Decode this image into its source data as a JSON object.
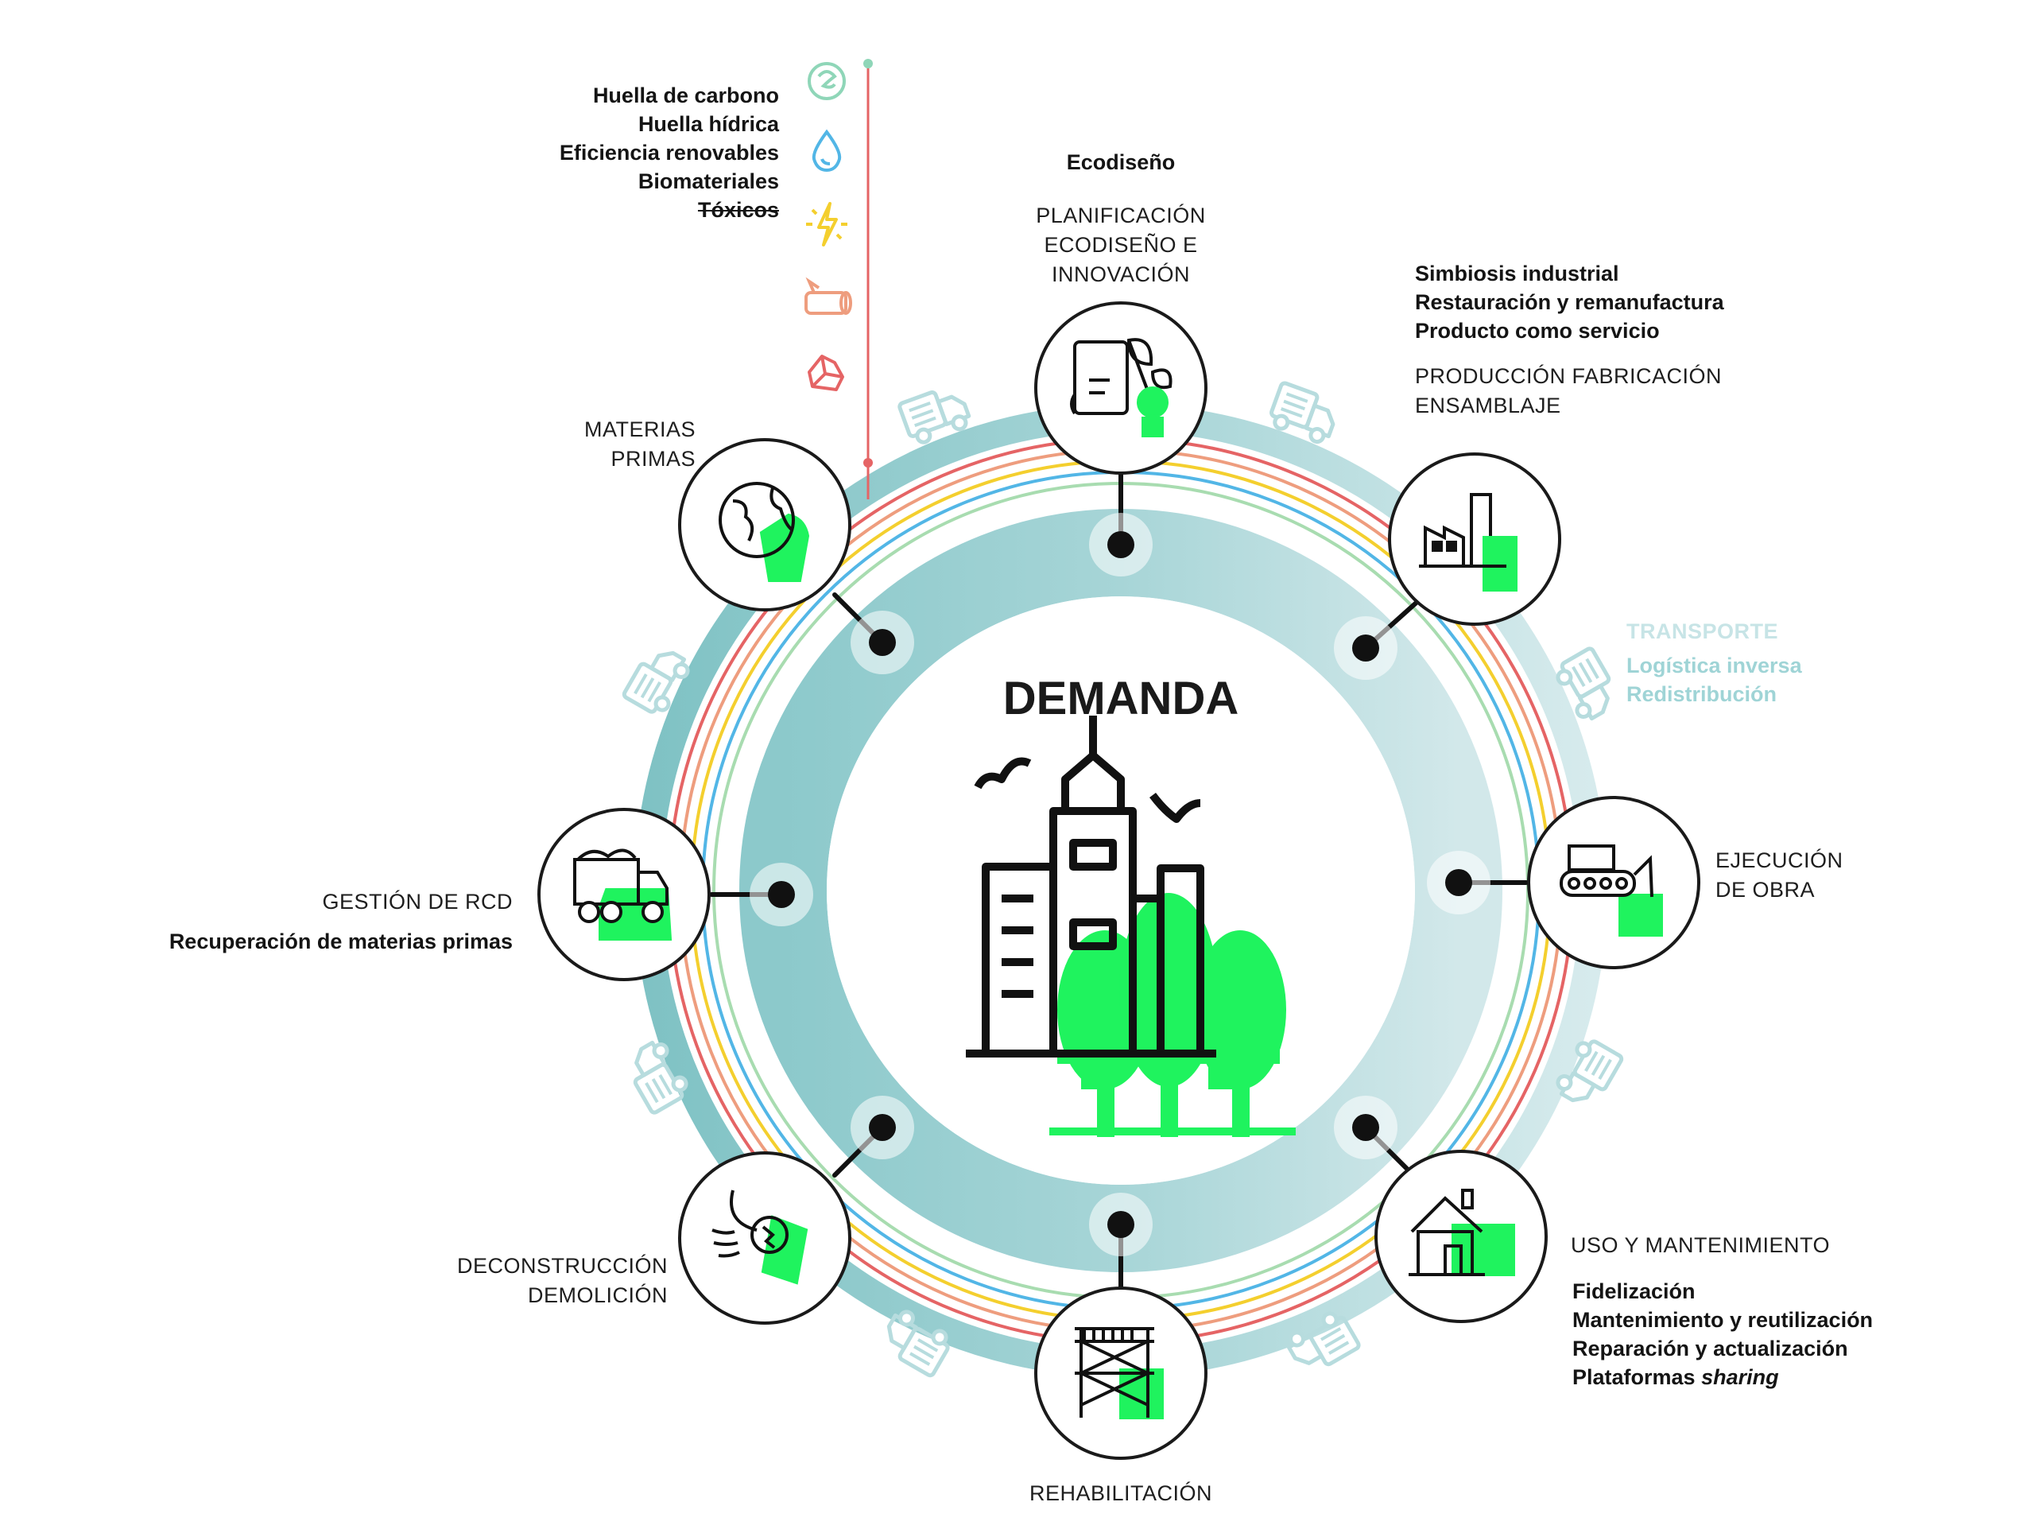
{
  "center": {
    "title": "DEMANDA"
  },
  "impacts": [
    {
      "label": "Huella de carbono",
      "icon": "brain-icon",
      "color": "#8fd6b8"
    },
    {
      "label": "Huella hídrica",
      "icon": "water-drop-icon",
      "color": "#52b6e6"
    },
    {
      "label": "Eficiencia renovables",
      "icon": "lightning-icon",
      "color": "#f4cf2e"
    },
    {
      "label": "Biomateriales",
      "icon": "wood-log-icon",
      "color": "#ee9d7e"
    },
    {
      "label": "Tóxicos",
      "icon": "rock-icon",
      "color": "#e56465",
      "strikethrough": true
    }
  ],
  "stages": {
    "planificacion": {
      "label": [
        "PLANIFICACIÓN",
        "ECODISEÑO E",
        "INNOVACIÓN"
      ],
      "strategies": [
        "Ecodiseño"
      ]
    },
    "produccion": {
      "label": [
        "PRODUCCIÓN FABRICACIÓN",
        "ENSAMBLAJE"
      ],
      "strategies": [
        "Simbiosis industrial",
        "Restauración y remanufactura",
        "Producto como servicio"
      ]
    },
    "transporte": {
      "label": [
        "TRANSPORTE"
      ],
      "strategies": [
        "Logística inversa",
        "Redistribución"
      ]
    },
    "ejecucion": {
      "label": [
        "EJECUCIÓN",
        "DE OBRA"
      ]
    },
    "uso": {
      "label": [
        "USO Y MANTENIMIENTO"
      ],
      "strategies": [
        "Fidelización",
        "Mantenimiento y reutilización",
        "Reparación y actualización"
      ],
      "last_strategy_prefix": "Plataformas ",
      "last_strategy_emphasis": "sharing"
    },
    "rehabilitacion": {
      "label": [
        "REHABILITACIÓN"
      ]
    },
    "deconstruccion": {
      "label": [
        "DECONSTRUCCIÓN",
        "DEMOLICIÓN"
      ]
    },
    "gestion": {
      "label": [
        "GESTIÓN DE RCD"
      ],
      "strategies": [
        "Recuperación de materias primas"
      ]
    },
    "materias": {
      "label": [
        "MATERIAS",
        "PRIMAS"
      ]
    }
  },
  "icons": {
    "center": "city-trees-icon",
    "planificacion": "blueprint-leaf-icon",
    "produccion": "factory-icon",
    "ejecucion": "bulldozer-icon",
    "uso": "house-icon",
    "rehabilitacion": "scaffold-icon",
    "deconstruccion": "wrecking-ball-icon",
    "gestion": "dump-truck-icon",
    "materias": "globe-hand-icon",
    "ring": "delivery-truck-icon"
  },
  "colors": {
    "accent_green": "#1ff35e",
    "teal_dark": "#7fc4c6",
    "teal_light": "#cfe6e8",
    "transport_text": "#9fd4d6",
    "transport_label": "#c7e4e6",
    "ring_red": "#e56465",
    "ring_orange": "#ee9d7e",
    "ring_yellow": "#f4cf2e",
    "ring_blue": "#52b6e6",
    "ring_green": "#a8dcb0",
    "ink": "#1a1a1a"
  }
}
